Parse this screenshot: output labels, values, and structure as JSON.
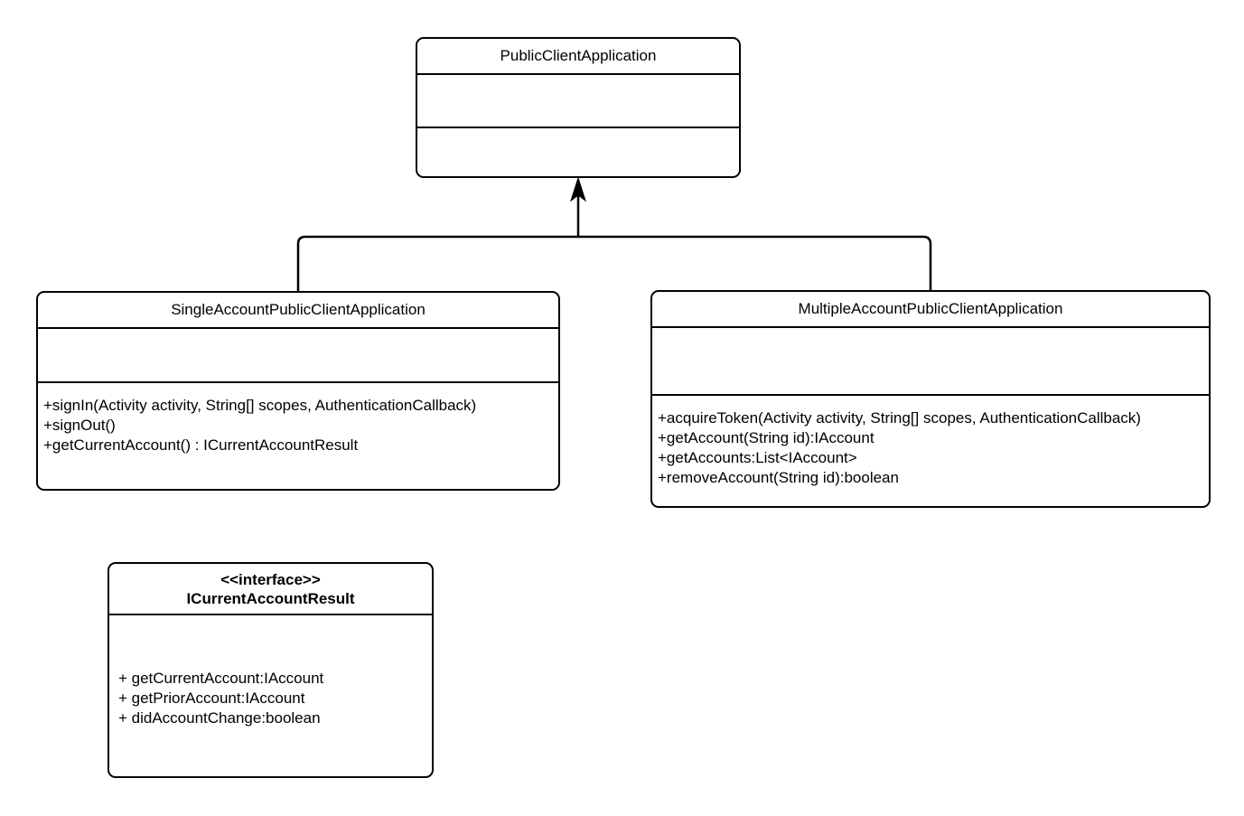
{
  "diagram": {
    "type": "uml-class-diagram",
    "background_color": "#ffffff",
    "line_color": "#000000",
    "text_color": "#000000"
  },
  "classes": {
    "public_client_application": {
      "name": "PublicClientApplication",
      "stereotype": "",
      "attributes": [],
      "methods": []
    },
    "single_account": {
      "name": "SingleAccountPublicClientApplication",
      "stereotype": "",
      "attributes": [],
      "methods": [
        "+signIn(Activity activity, String[] scopes, AuthenticationCallback)",
        "+signOut()",
        "+getCurrentAccount() : ICurrentAccountResult"
      ]
    },
    "multiple_account": {
      "name": "MultipleAccountPublicClientApplication",
      "stereotype": "",
      "attributes": [],
      "methods": [
        "+acquireToken(Activity activity, String[] scopes, AuthenticationCallback)",
        "+getAccount(String id):IAccount",
        "+getAccounts:List<IAccount>",
        "+removeAccount(String id):boolean"
      ]
    },
    "current_account_result": {
      "name": "ICurrentAccountResult",
      "stereotype": "<<interface>>",
      "methods": [
        "+ getCurrentAccount:IAccount",
        "+ getPriorAccount:IAccount",
        "+ didAccountChange:boolean"
      ]
    }
  },
  "relationships": [
    {
      "kind": "generalization",
      "label": "",
      "from": "single_account",
      "to": "public_client_application",
      "arrow": "hollow-triangle-filled"
    },
    {
      "kind": "generalization",
      "label": "",
      "from": "multiple_account",
      "to": "public_client_application",
      "arrow": "hollow-triangle-filled"
    }
  ]
}
